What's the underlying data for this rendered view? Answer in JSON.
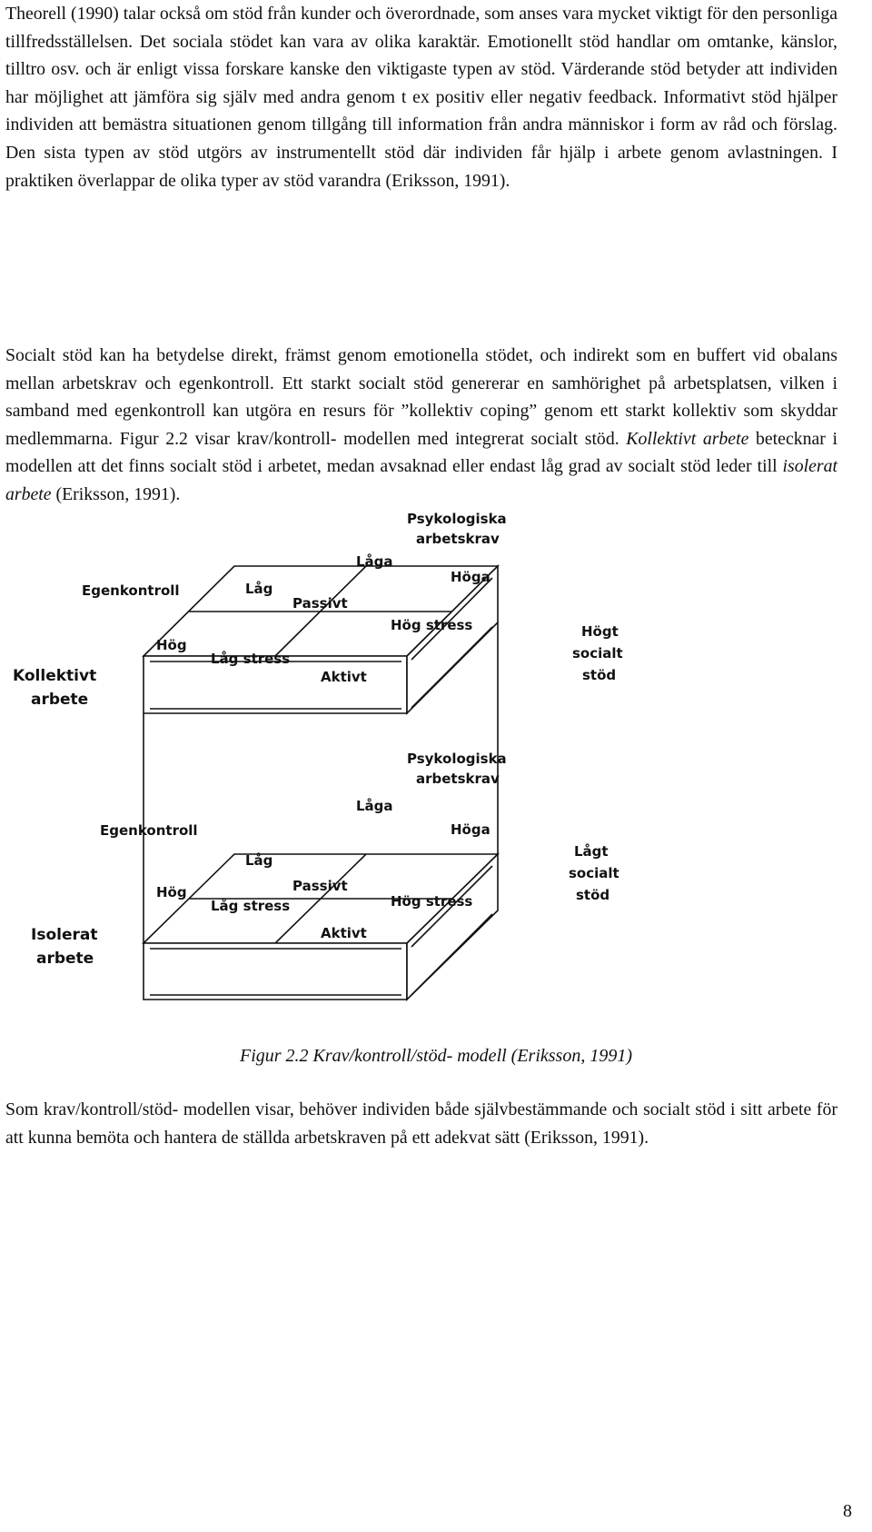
{
  "paragraphs": {
    "p1": "Theorell (1990) talar också om stöd från kunder och överordnade, som anses vara mycket viktigt för den personliga tillfredsställelsen. Det sociala stödet kan vara av olika karaktär. Emotionellt stöd handlar om omtanke, känslor, tilltro osv. och är enligt vissa forskare kanske den viktigaste typen av stöd. Värderande stöd betyder att individen har möjlighet att jämföra sig själv med andra genom t ex positiv eller negativ feedback. Informativt stöd hjälper individen att bemästra situationen genom tillgång till information från andra människor i form av råd och förslag. Den sista typen av stöd utgörs av instrumentellt stöd där individen får hjälp i arbete genom avlastningen. I praktiken överlappar de olika typer av stöd varandra (Eriksson, 1991).",
    "p2_a": "Socialt stöd kan ha betydelse direkt, främst genom emotionella stödet, och indirekt som en buffert vid obalans mellan arbetskrav och egenkontroll. Ett starkt socialt stöd genererar en samhörighet på arbetsplatsen, vilken i samband med egenkontroll kan utgöra en resurs för ”kollektiv coping” genom ett starkt kollektiv som skyddar medlemmarna. Figur 2.2 visar krav/kontroll- modellen med integrerat socialt stöd. ",
    "p2_em1": "Kollektivt arbete",
    "p2_b": " betecknar i modellen att det finns socialt stöd i arbetet, medan avsaknad eller endast låg grad av socialt stöd leder till ",
    "p2_em2": "isolerat arbete",
    "p2_c": " (Eriksson, 1991).",
    "p3": "Som krav/kontroll/stöd- modellen visar, behöver individen både självbestämmande och socialt stöd i sitt arbete för att kunna bemöta och hantera de ställda arbetskraven på ett adekvat sätt (Eriksson, 1991)."
  },
  "figure": {
    "top_block": {
      "axis_demands": [
        "Psykologiska",
        "arbetskrav"
      ],
      "demands_low": "Låga",
      "demands_high": "Höga",
      "axis_control": "Egenkontroll",
      "control_low": "Låg",
      "control_high": "Hög",
      "cell_passive": "Passivt",
      "cell_high_stress": "Hög stress",
      "cell_low_stress": "Låg stress",
      "cell_active": "Aktivt",
      "support": [
        "Högt",
        "socialt",
        "stöd"
      ],
      "work": [
        "Kollektivt",
        "arbete"
      ]
    },
    "bottom_block": {
      "axis_demands": [
        "Psykologiska",
        "arbetskrav"
      ],
      "demands_low": "Låga",
      "demands_high": "Höga",
      "axis_control": "Egenkontroll",
      "control_low": "Låg",
      "control_high": "Hög",
      "cell_passive": "Passivt",
      "cell_high_stress": "Hög stress",
      "cell_low_stress": "Låg stress",
      "cell_active": "Aktivt",
      "support": [
        "Lågt",
        "socialt",
        "stöd"
      ],
      "work": [
        "Isolerat",
        "arbete"
      ]
    }
  },
  "caption": "Figur 2.2 Krav/kontroll/stöd- modell (Eriksson, 1991)",
  "page_number": "8"
}
